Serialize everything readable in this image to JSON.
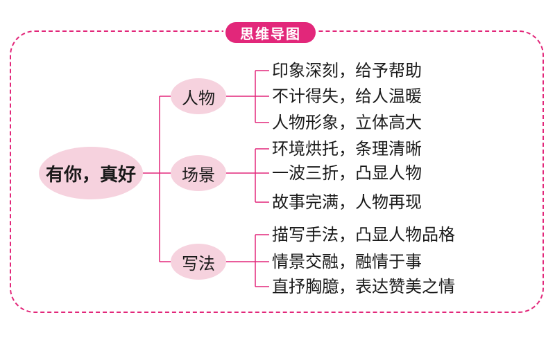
{
  "title": "思维导图",
  "colors": {
    "accent": "#e2277a",
    "node_fill": "#f6d2de"
  },
  "root": "有你，真好",
  "branches": [
    {
      "label": "人物",
      "leaves": [
        "印象深刻，给予帮助",
        "不计得失，给人温暖",
        "人物形象，立体高大"
      ]
    },
    {
      "label": "场景",
      "leaves": [
        "环境烘托，条理清晰",
        "一波三折，凸显人物",
        "故事完满，人物再现"
      ]
    },
    {
      "label": "写法",
      "leaves": [
        "描写手法，凸显人物品格",
        "情景交融，融情于事",
        "直抒胸臆，表达赞美之情"
      ]
    }
  ]
}
